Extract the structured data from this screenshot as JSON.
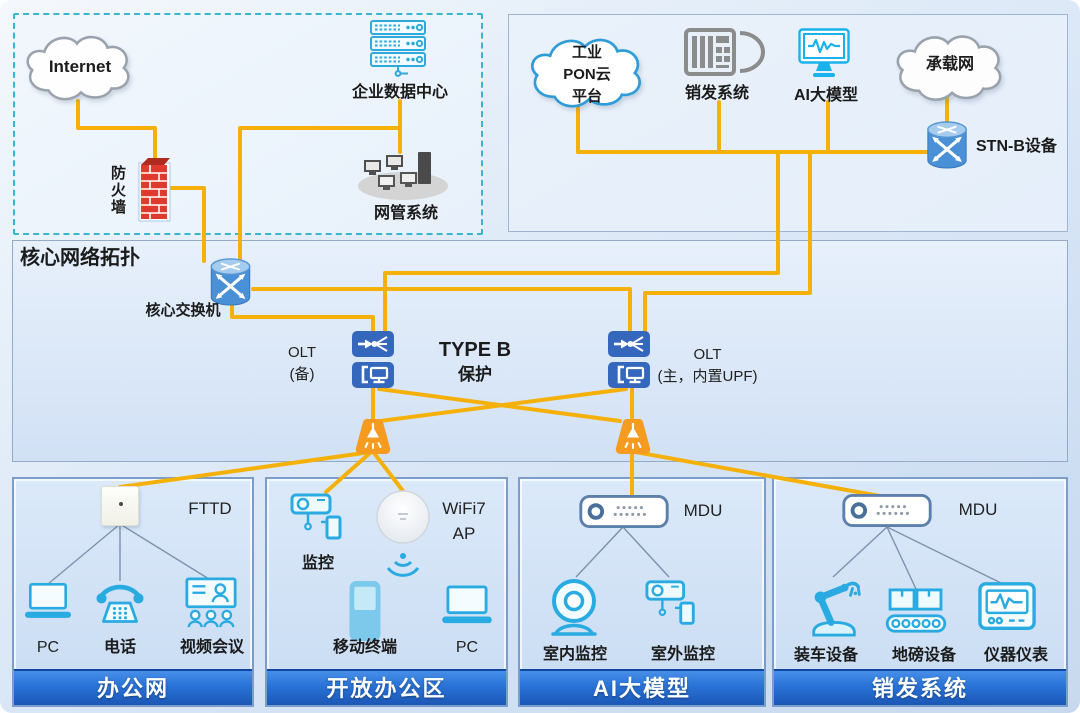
{
  "colors": {
    "line_yellow": "#F5B10A",
    "splitter_orange": "#F59B20",
    "node_blue": "#3568BD",
    "device_cyan": "#29ABE2",
    "banner_blue": "#2A74D8"
  },
  "enterprise_zone": {
    "internet": "Internet",
    "datacenter": "企业数据中心",
    "firewall": "防火墙",
    "nms": "网管系统"
  },
  "cloud_zone": {
    "pon_cloud": [
      "工业",
      "PON云",
      "平台"
    ],
    "sales_system": "销发系统",
    "ai_model": "AI大模型",
    "bearer_network": "承载网",
    "stn_device": "STN-B设备"
  },
  "core": {
    "title": "核心网络拓扑",
    "core_switch": "核心交换机",
    "olt_backup": [
      "OLT",
      "(备)"
    ],
    "type_b": [
      "TYPE B",
      "保护"
    ],
    "olt_main": [
      "OLT",
      "(主，内置UPF)"
    ]
  },
  "zones": [
    {
      "banner": "办公网",
      "uplink": "FTTD",
      "devices": [
        "PC",
        "电话",
        "视频会议"
      ]
    },
    {
      "banner": "开放办公区",
      "ap": [
        "WiFi7",
        "AP"
      ],
      "devices": [
        "监控",
        "移动终端",
        "PC"
      ]
    },
    {
      "banner": "AI大模型",
      "uplink": "MDU",
      "devices": [
        "室内监控",
        "室外监控"
      ]
    },
    {
      "banner": "销发系统",
      "uplink": "MDU",
      "devices": [
        "装车设备",
        "地磅设备",
        "仪器仪表"
      ]
    }
  ]
}
